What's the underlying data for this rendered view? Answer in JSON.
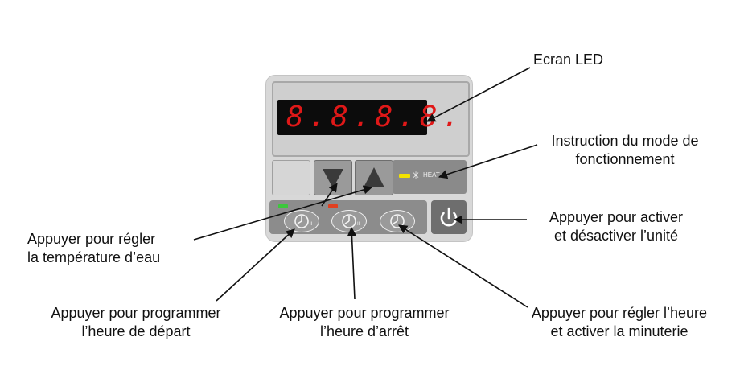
{
  "led_screen": {
    "digits": "8.8.8.8."
  },
  "mode_indicator": {
    "icon": "snowflake-sun-icon",
    "text": "HEAT",
    "led_color": "#f2e200"
  },
  "indicator_leds": {
    "green": "#3cc83c",
    "red": "#e04020"
  },
  "callouts": {
    "led_screen": "Ecran LED",
    "mode": [
      "Instruction du mode de",
      "fonctionnement"
    ],
    "temperature": [
      "Appuyer pour régler",
      "la température d’eau"
    ],
    "power": [
      "Appuyer pour activer",
      "et désactiver l’unité"
    ],
    "start_time": [
      "Appuyer pour programmer",
      "l’heure de départ"
    ],
    "stop_time": [
      "Appuyer pour programmer",
      "l’heure d’arrêt"
    ],
    "clock_timer": [
      "Appuyer pour régler l’heure",
      "et activer la minuterie"
    ]
  }
}
